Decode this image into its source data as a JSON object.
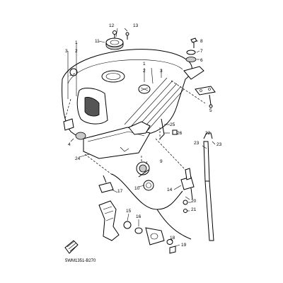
{
  "diagram": {
    "drawing_code": "5WM1351-B270",
    "callouts": [
      "1",
      "2",
      "3",
      "1",
      "2",
      "3",
      "4",
      "5",
      "6",
      "7",
      "8",
      "9",
      "10",
      "11",
      "12",
      "13",
      "14",
      "15",
      "16",
      "17",
      "18",
      "19",
      "20",
      "21",
      "22",
      "23",
      "23",
      "24",
      "25",
      "26"
    ]
  }
}
